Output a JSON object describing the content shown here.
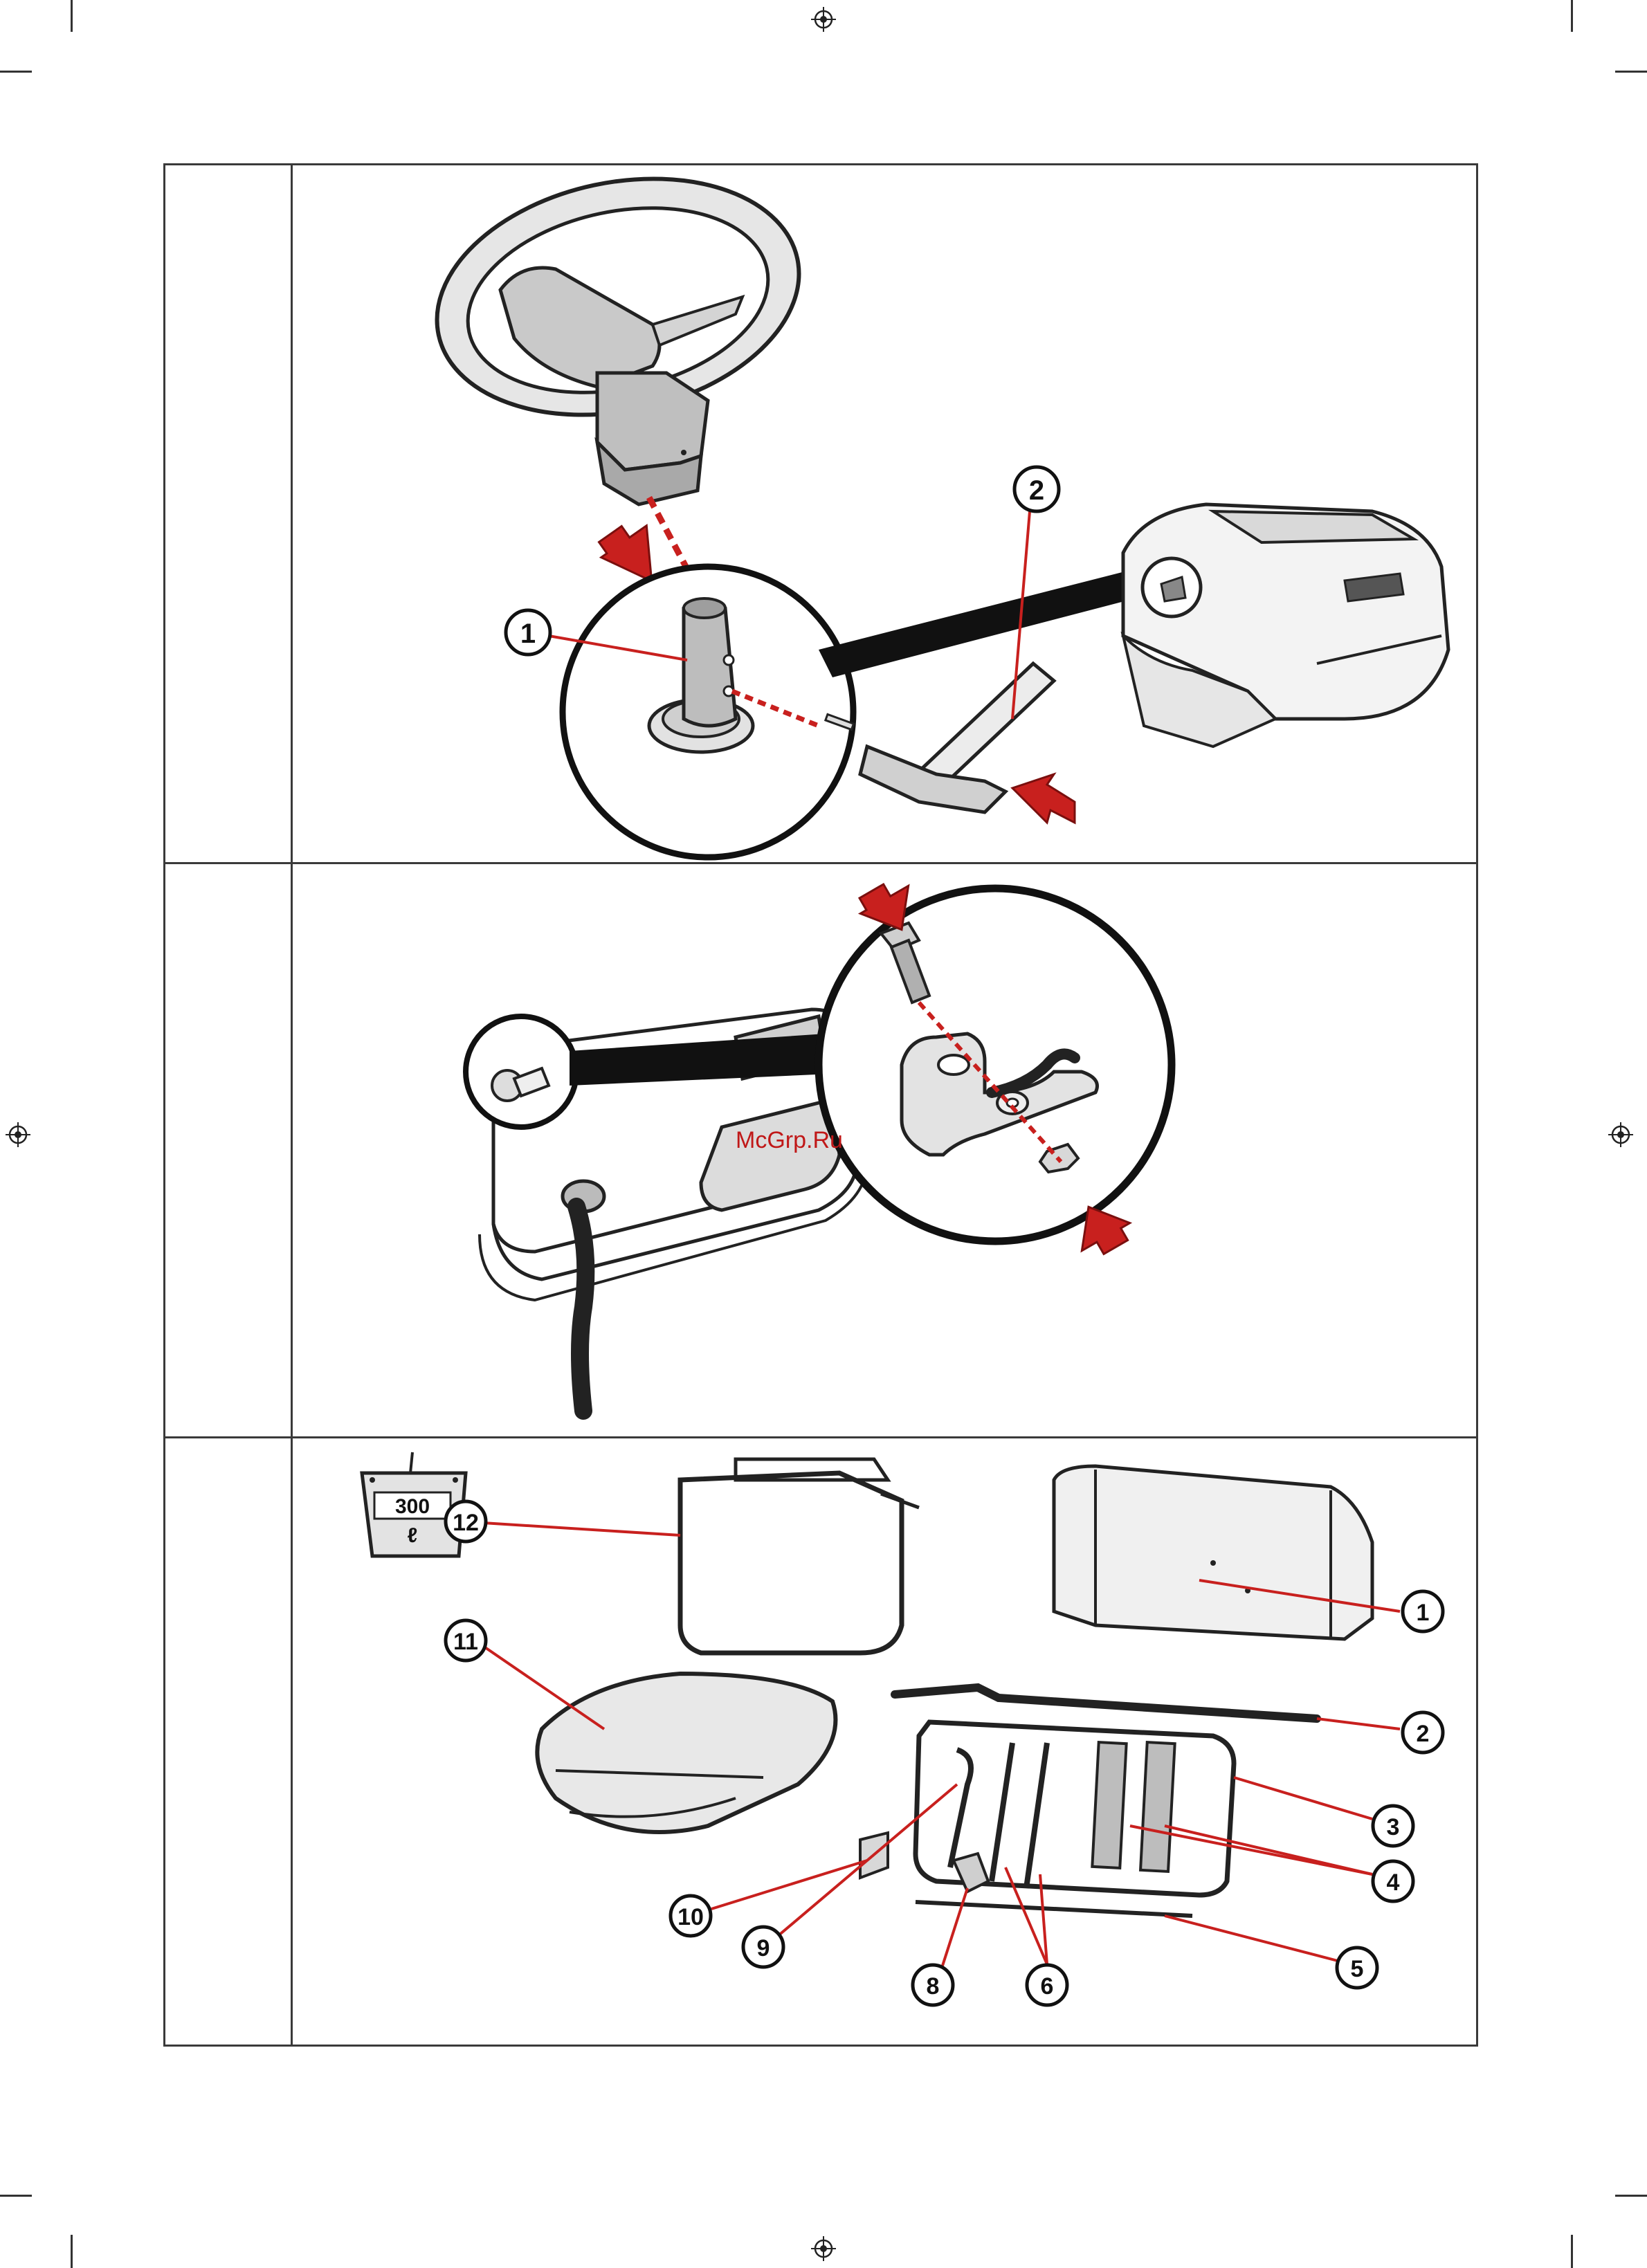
{
  "page": {
    "watermark": "McGrp.Ru"
  },
  "figure1": {
    "callouts": [
      "1",
      "2"
    ]
  },
  "figure3": {
    "capacity_icon": {
      "value": "300",
      "unit": "ℓ",
      "icon": "container-icon"
    },
    "callouts": [
      "1",
      "2",
      "3",
      "4",
      "5",
      "6",
      "8",
      "9",
      "10",
      "11",
      "12"
    ]
  },
  "colors": {
    "accent": "#c8201e",
    "line": "#222222",
    "fill": "#d9d9d9"
  }
}
